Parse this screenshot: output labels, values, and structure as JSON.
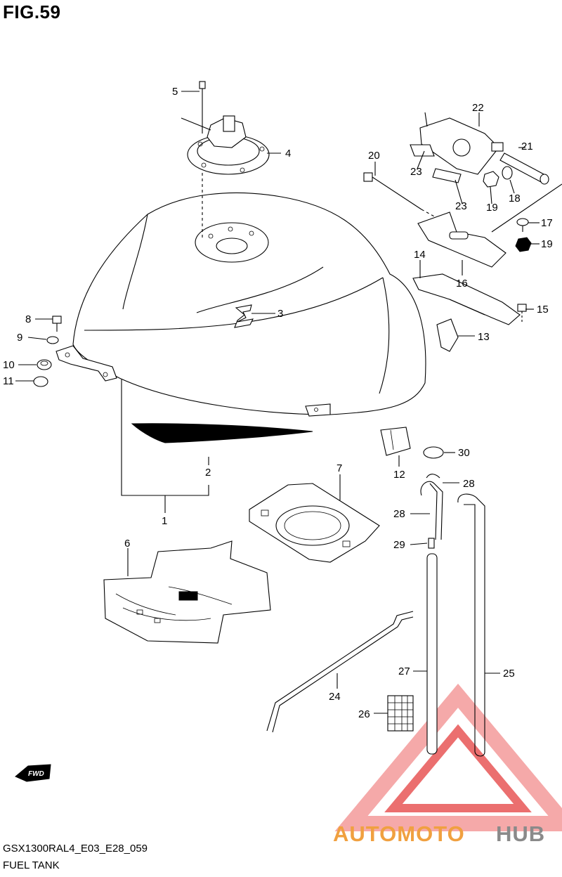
{
  "figure": {
    "title": "FIG.59"
  },
  "footer": {
    "code": "GSX1300RAL4_E03_E28_059",
    "name": "FUEL TANK"
  },
  "forward_label": "FWD",
  "watermark": {
    "part1": "AUTOMOTO",
    "part2": "HUB",
    "color_primary": "#f0a040",
    "color_secondary": "#e85050",
    "color_tertiary": "#f8b8b8",
    "color_hub": "#8a8a8a"
  },
  "callouts": [
    "1",
    "2",
    "3",
    "4",
    "5",
    "6",
    "7",
    "8",
    "9",
    "10",
    "11",
    "12",
    "13",
    "14",
    "15",
    "16",
    "17",
    "18",
    "19",
    "19",
    "20",
    "21",
    "22",
    "23",
    "23",
    "24",
    "25",
    "26",
    "27",
    "28",
    "28",
    "29",
    "30"
  ]
}
